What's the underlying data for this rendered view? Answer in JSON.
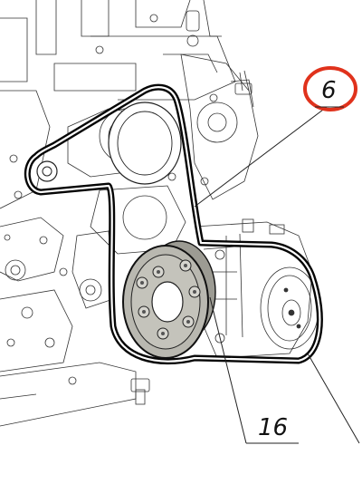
{
  "callouts": [
    {
      "id": "belt",
      "label": "6",
      "highlighted": true
    },
    {
      "id": "pulley",
      "label": "16",
      "highlighted": false
    }
  ],
  "colors": {
    "highlight": "#e0321c",
    "belt": "#050505",
    "pulley_face": "#b9b8b0",
    "outline": "#222222"
  }
}
